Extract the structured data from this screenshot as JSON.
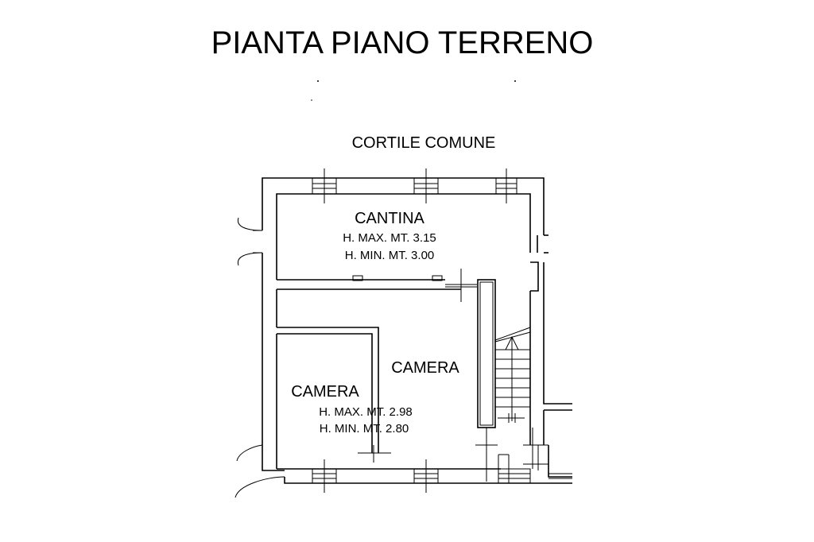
{
  "title": "PIANTA PIANO TERRENO",
  "courtyard_label": "CORTILE COMUNE",
  "rooms": {
    "cantina": {
      "name": "CANTINA",
      "h_max": "H. MAX. MT. 3.15",
      "h_min": "H. MIN. MT. 3.00"
    },
    "camera_center": {
      "name": "CAMERA"
    },
    "camera_left": {
      "name": "CAMERA",
      "h_max": "H. MAX. MT. 2.98",
      "h_min": "H. MIN. MT. 2.80"
    }
  },
  "colors": {
    "ink": "#000000",
    "paper": "#ffffff"
  }
}
